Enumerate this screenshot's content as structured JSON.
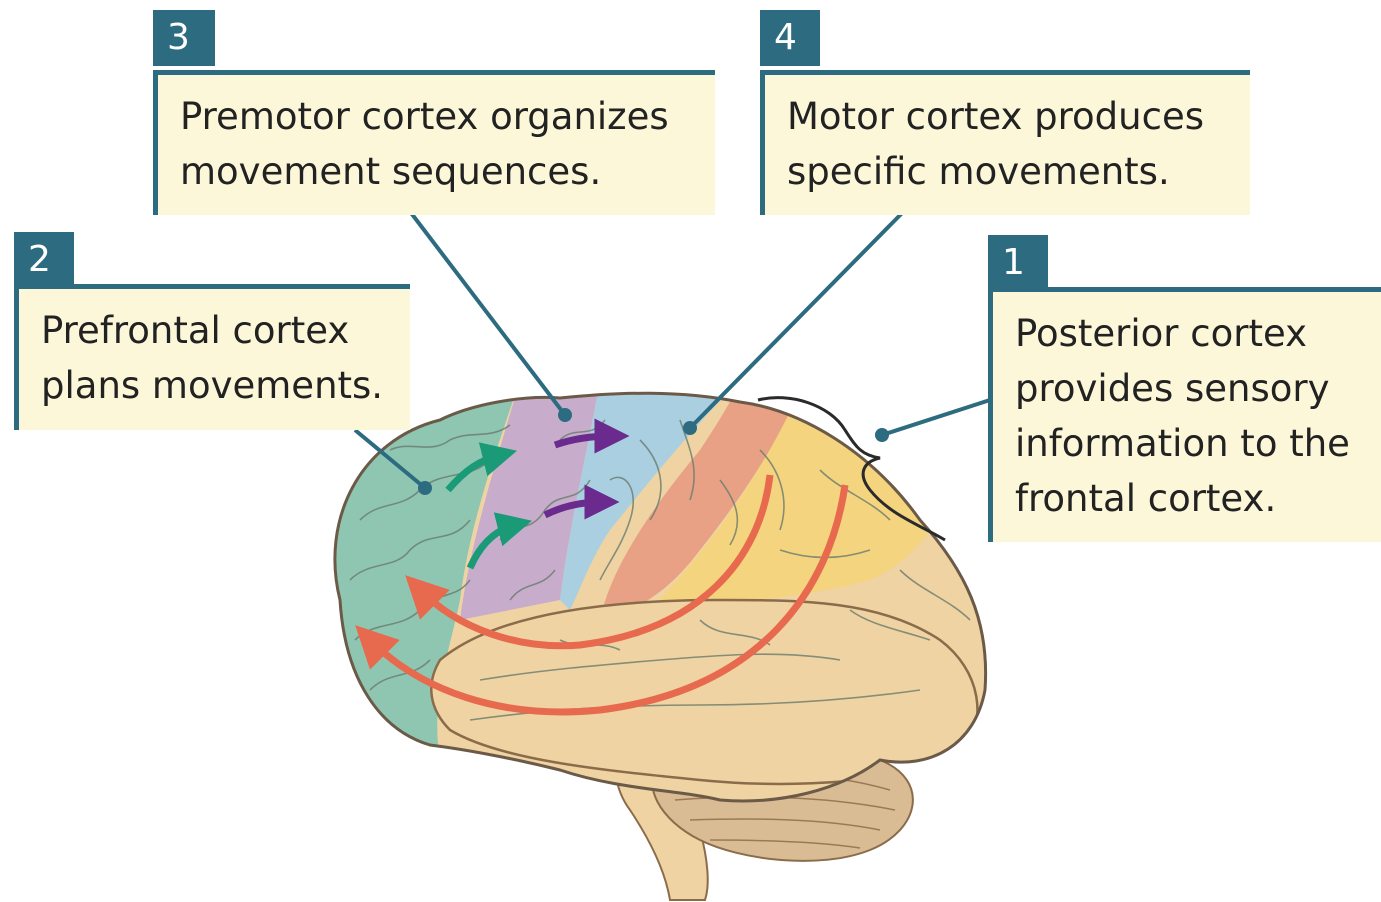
{
  "callouts": [
    {
      "id": "3",
      "number": "3",
      "lines": [
        "Premotor cortex organizes",
        "movement sequences."
      ]
    },
    {
      "id": "4",
      "number": "4",
      "lines": [
        "Motor cortex produces",
        "specific movements."
      ]
    },
    {
      "id": "2",
      "number": "2",
      "lines": [
        "Prefrontal cortex",
        "plans movements."
      ]
    },
    {
      "id": "1",
      "number": "1",
      "lines": [
        "Posterior cortex",
        "provides sensory",
        "information to the",
        "frontal cortex."
      ]
    }
  ],
  "colors": {
    "callout_header": "#2c6b80",
    "callout_fill": "#fcf7d8",
    "prefrontal": "#8fc6b2",
    "premotor": "#c8a7d4",
    "motor": "#a9cfe0",
    "somatosensory": "#e8a184",
    "parietal": "#f4d47a",
    "temporal_occipital": "#efd3a3",
    "cerebellum": "#d9bb94",
    "arrow_red": "#e86a4e",
    "arrow_green": "#1a9a76",
    "arrow_purple": "#6a2a8e"
  },
  "icons": [
    "callout-leader-line",
    "curly-brace"
  ]
}
